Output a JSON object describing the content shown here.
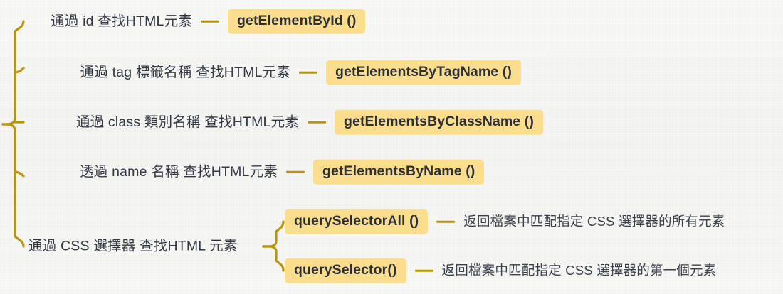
{
  "diagram": {
    "type": "mindmap-brace",
    "title_visible": false,
    "colors": {
      "background": "#f7f7f5",
      "badge_fill": "#fbdd8e",
      "badge_text": "#2c2f34",
      "brace": "#b8960c",
      "connector": "#b8960c",
      "label_text": "#343840",
      "description_text": "#3b4048"
    },
    "branches": [
      {
        "id": "by-id",
        "label": "通過 id 查找HTML元素",
        "method": "getElementById ()",
        "description": null
      },
      {
        "id": "by-tag",
        "label": "通過 tag 標籤名稱 查找HTML元素",
        "method": "getElementsByTagName ()",
        "description": null
      },
      {
        "id": "by-class",
        "label": "通過 class 類別名稱 查找HTML元素",
        "method": "getElementsByClassName ()",
        "description": null
      },
      {
        "id": "by-name",
        "label": "透過 name 名稱 查找HTML元素",
        "method": "getElementsByName ()",
        "description": null
      },
      {
        "id": "by-css-selector",
        "label": "通過 CSS 選擇器 查找HTML 元素",
        "method": null,
        "description": null,
        "children": [
          {
            "id": "query-selector-all",
            "method": "querySelectorAll ()",
            "description": "返回檔案中匹配指定 CSS 選擇器的所有元素"
          },
          {
            "id": "query-selector",
            "method": "querySelector()",
            "description": "返回檔案中匹配指定 CSS 選擇器的第一個元素"
          }
        ]
      }
    ]
  }
}
